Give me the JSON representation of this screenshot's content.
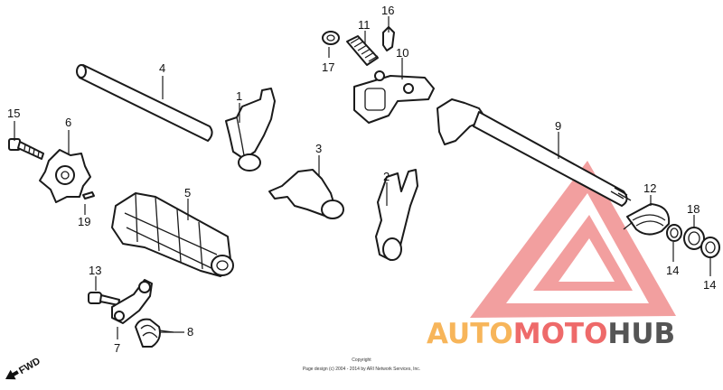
{
  "labels": {
    "p1": "1",
    "p2": "2",
    "p3": "3",
    "p4": "4",
    "p5": "5",
    "p6": "6",
    "p7": "7",
    "p8": "8",
    "p9": "9",
    "p10": "10",
    "p11": "11",
    "p12": "12",
    "p13": "13",
    "p14a": "14",
    "p14b": "14",
    "p15": "15",
    "p16": "16",
    "p17": "17",
    "p18": "18",
    "p19": "19"
  },
  "direction": "FWD",
  "copyright": {
    "line1": "Copyright",
    "line2": "Page design (c) 2004 - 2014 by ARI Network Services, Inc."
  },
  "watermark": {
    "part1": "AUTO",
    "part2": "MOTO",
    "part3": "HUB",
    "colors": {
      "orange": "#f7b55a",
      "red": "#ee6a6a",
      "gray": "#555555"
    }
  }
}
